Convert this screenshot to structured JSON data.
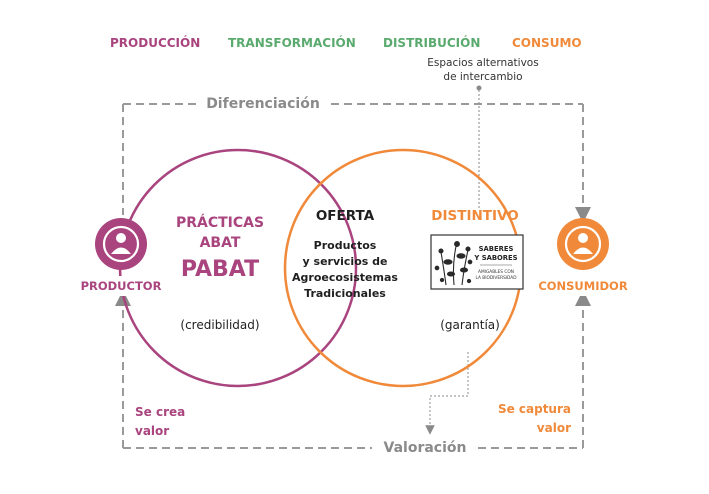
{
  "stages": {
    "production": "PRODUCCIÓN",
    "transformation": "TRANSFORMACIÓN",
    "distribution": "DISTRIBUCIÓN",
    "consumption": "CONSUMO"
  },
  "exchange_note": {
    "line1": "Espacios alternativos",
    "line2": "de intercambio"
  },
  "top_label": "Diferenciación",
  "bottom_label": "Valoración",
  "producer_label": "PRODUCTOR",
  "consumer_label": "CONSUMIDOR",
  "left_circle": {
    "line1": "PRÁCTICAS",
    "line2": "ABAT",
    "line3": "PABAT",
    "note": "(credibilidad)"
  },
  "center": {
    "title": "OFERTA",
    "line1": "Productos",
    "line2": "y servicios de",
    "line3": "Agroecosistemas",
    "line4": "Tradicionales"
  },
  "right_circle": {
    "title": "DISTINTIVO",
    "note": "(garantía)"
  },
  "badge": {
    "line1": "SABERES",
    "line2": "Y SABORES",
    "line3": "AMIGABLES CON",
    "line4": "LA BIODIVERSIDAD"
  },
  "left_value": {
    "line1": "Se crea",
    "line2": "valor"
  },
  "right_value": {
    "line1": "Se captura",
    "line2": "valor"
  },
  "colors": {
    "purple": "#a9447f",
    "green": "#5aaa6e",
    "orange": "#f08a3a",
    "gray": "#8a8a8a",
    "dark": "#1f1f1f"
  }
}
